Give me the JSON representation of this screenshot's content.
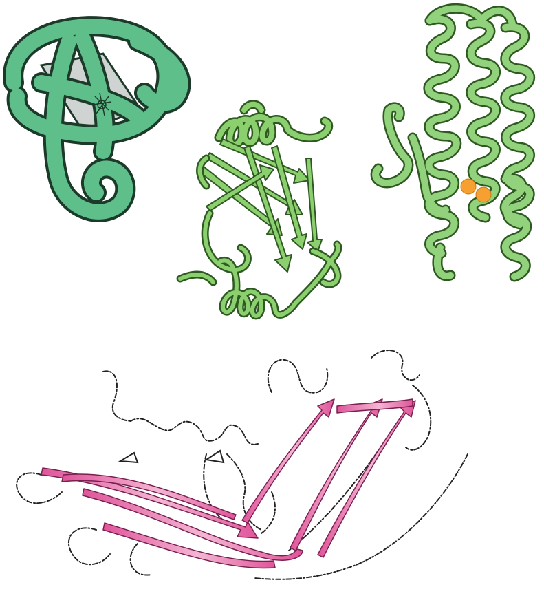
{
  "figure": {
    "panels": [
      {
        "id": "globular-tube-fold",
        "style": "tube",
        "color": "#5fbf8a",
        "outline": "#1c3a2a"
      },
      {
        "id": "beta-barrel-with-helices",
        "style": "ribbon",
        "color": "#8ccf6e",
        "outline": "#2e5a22"
      },
      {
        "id": "four-helix-bundle",
        "style": "ribbon",
        "color": "#92d27c",
        "outline": "#2e5a22",
        "metal_ions": {
          "count": 2,
          "color": "#f5a030"
        }
      },
      {
        "id": "beta-sheet-with-helix",
        "style": "ribbon-and-trace",
        "color": "#e0559a",
        "trace_color": "#222222"
      }
    ]
  }
}
